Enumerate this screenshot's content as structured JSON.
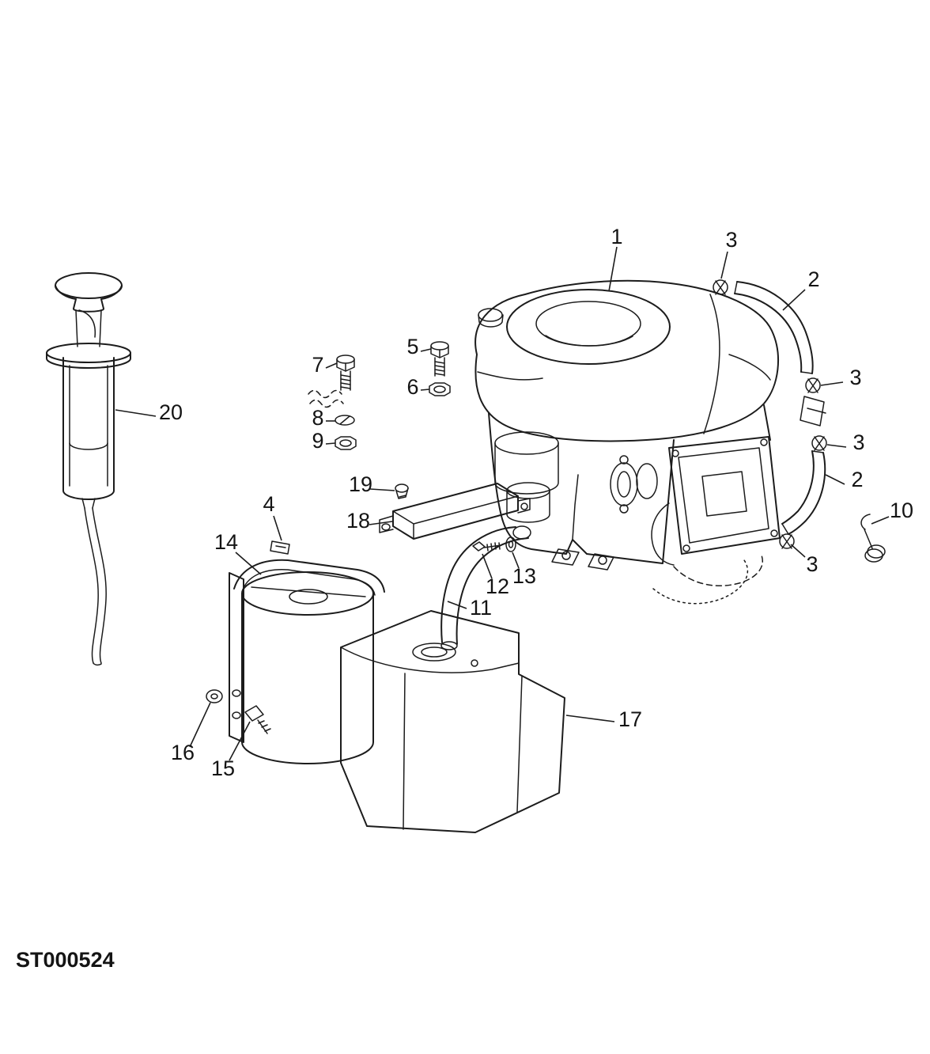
{
  "page": {
    "background_color": "#ffffff",
    "line_color": "#1c1c1c",
    "image_code": "ST000524"
  },
  "callouts": [
    {
      "label": "1"
    },
    {
      "label": "3"
    },
    {
      "label": "2"
    },
    {
      "label": "3"
    },
    {
      "label": "5"
    },
    {
      "label": "7"
    },
    {
      "label": "6"
    },
    {
      "label": "8"
    },
    {
      "label": "9"
    },
    {
      "label": "3"
    },
    {
      "label": "2"
    },
    {
      "label": "20"
    },
    {
      "label": "10"
    },
    {
      "label": "19"
    },
    {
      "label": "4"
    },
    {
      "label": "18"
    },
    {
      "label": "14"
    },
    {
      "label": "13"
    },
    {
      "label": "12"
    },
    {
      "label": "11"
    },
    {
      "label": "3"
    },
    {
      "label": "17"
    },
    {
      "label": "16"
    },
    {
      "label": "15"
    }
  ]
}
